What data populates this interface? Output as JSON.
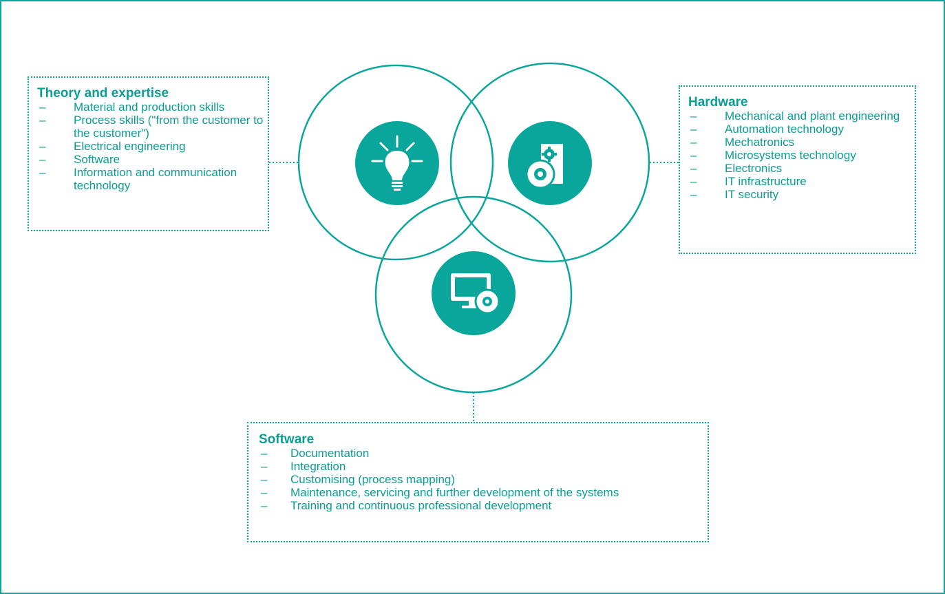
{
  "theory": {
    "title": "Theory and expertise",
    "items": [
      "Material and production skills",
      "Process skills (\"from the customer to the customer\")",
      "Electrical engineering",
      "Software",
      "Information and communication technology"
    ]
  },
  "hardware": {
    "title": "Hardware",
    "items": [
      "Mechanical and plant engineering",
      "Automation technology",
      "Mechatronics",
      "Microsystems technology",
      "Electronics",
      "IT infrastructure",
      "IT security"
    ]
  },
  "software": {
    "title": "Software",
    "items": [
      "Documentation",
      "Integration",
      "Customising (process mapping)",
      "Maintenance, servicing and further development of the systems",
      "Training and continuous professional development"
    ]
  },
  "bullet": "–",
  "icons": {
    "theory": "lightbulb-icon",
    "hardware": "disc-with-gear-icon",
    "software": "monitor-with-disc-icon"
  },
  "colors": {
    "accent": "#0aa69b",
    "text": "#0a9d94",
    "background": "#ffffff"
  }
}
